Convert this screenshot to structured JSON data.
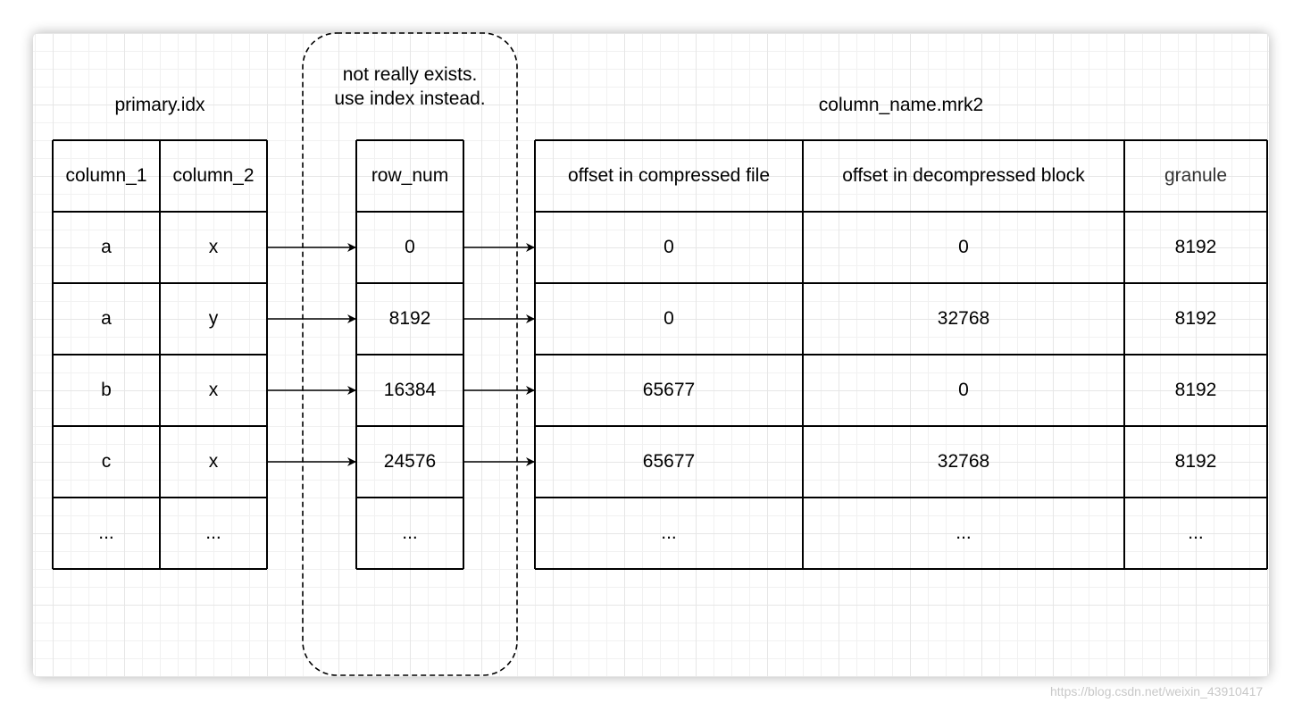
{
  "labels": {
    "primary_title": "primary.idx",
    "note_line1": "not really exists.",
    "note_line2": "use index instead.",
    "marks_title": "column_name.mrk2"
  },
  "primary_idx": {
    "headers": [
      "column_1",
      "column_2"
    ],
    "rows": [
      [
        "a",
        "x"
      ],
      [
        "a",
        "y"
      ],
      [
        "b",
        "x"
      ],
      [
        "c",
        "x"
      ],
      [
        "...",
        "..."
      ]
    ]
  },
  "row_num": {
    "header": "row_num",
    "values": [
      "0",
      "8192",
      "16384",
      "24576",
      "..."
    ]
  },
  "marks": {
    "headers": [
      "offset in compressed file",
      "offset in decompressed block",
      "granule"
    ],
    "rows": [
      [
        "0",
        "0",
        "8192"
      ],
      [
        "0",
        "32768",
        "8192"
      ],
      [
        "65677",
        "0",
        "8192"
      ],
      [
        "65677",
        "32768",
        "8192"
      ],
      [
        "...",
        "...",
        "..."
      ]
    ]
  },
  "colors": {
    "line": "#000000",
    "grid": "#e6e6e6",
    "granule_header": "#333333"
  },
  "watermark": "https://blog.csdn.net/weixin_43910417"
}
